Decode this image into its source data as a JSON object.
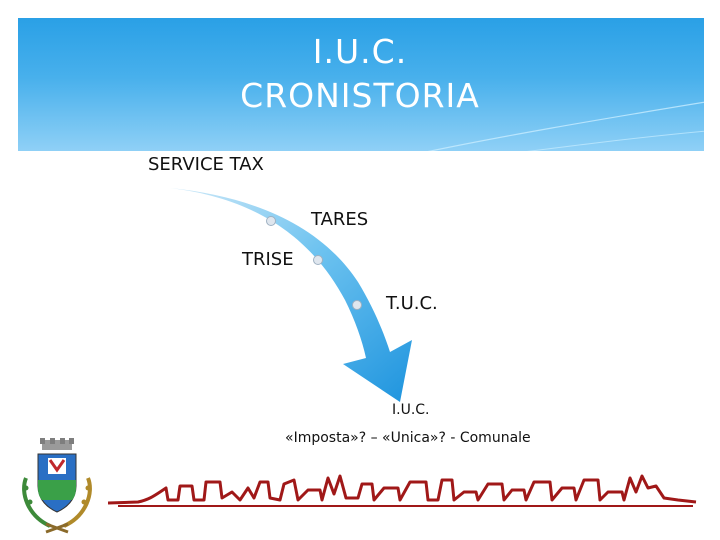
{
  "slide": {
    "title_line1": "I.U.C.",
    "title_line2": "CRONISTORIA"
  },
  "timeline": {
    "items": [
      {
        "label": "SERVICE  TAX"
      },
      {
        "label": "TARES"
      },
      {
        "label": "TRISE"
      },
      {
        "label": "T.U.C."
      },
      {
        "label": "I.U.C."
      }
    ],
    "footnote": "«Imposta»? – «Unica»? - Comunale"
  },
  "colors": {
    "header": "#48b0ec",
    "arrow": "#2a9fe3",
    "skyline": "#a01818"
  },
  "decorations": {
    "coat_of_arms": "municipal-coat-of-arms",
    "skyline": "town-skyline-drawing"
  }
}
